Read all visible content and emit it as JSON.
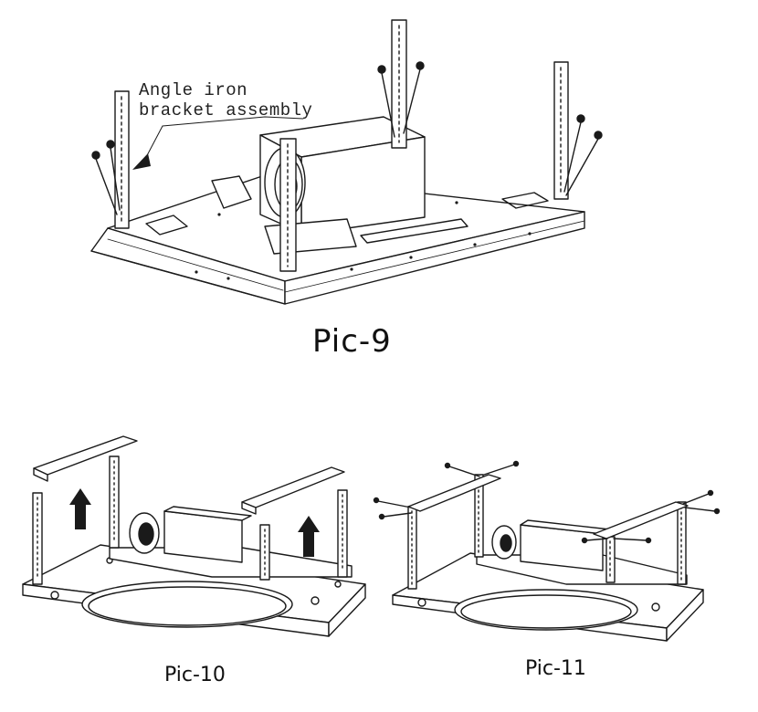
{
  "callout": {
    "line1": "Angle iron",
    "line2": "bracket assembly"
  },
  "captions": {
    "pic9": "Pic-9",
    "pic10": "Pic-10",
    "pic11": "Pic-11"
  },
  "colors": {
    "line": "#1a1a1a",
    "fill": "#ffffff",
    "arrow": "#1a1a1a"
  }
}
